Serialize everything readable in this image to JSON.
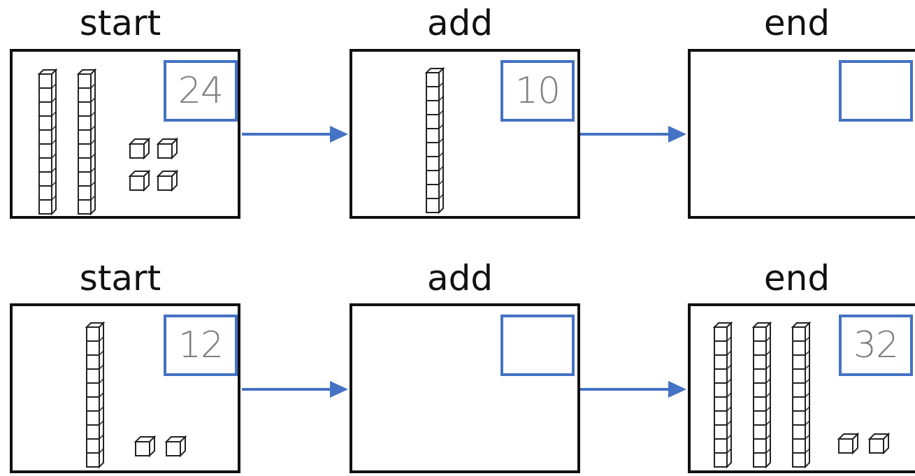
{
  "rows": [
    {
      "steps": [
        {
          "title": "start",
          "value": "24",
          "tens": 2,
          "ones": 4
        },
        {
          "title": "add",
          "value": "10",
          "tens": 1,
          "ones": 0
        },
        {
          "title": "end",
          "value": "",
          "tens": 0,
          "ones": 0
        }
      ]
    },
    {
      "steps": [
        {
          "title": "start",
          "value": "12",
          "tens": 1,
          "ones": 2
        },
        {
          "title": "add",
          "value": "",
          "tens": 0,
          "ones": 0
        },
        {
          "title": "end",
          "value": "32",
          "tens": 3,
          "ones": 2
        }
      ]
    }
  ],
  "colors": {
    "accent": "#4472c4",
    "border": "#111111",
    "number": "#7f7f7f"
  }
}
